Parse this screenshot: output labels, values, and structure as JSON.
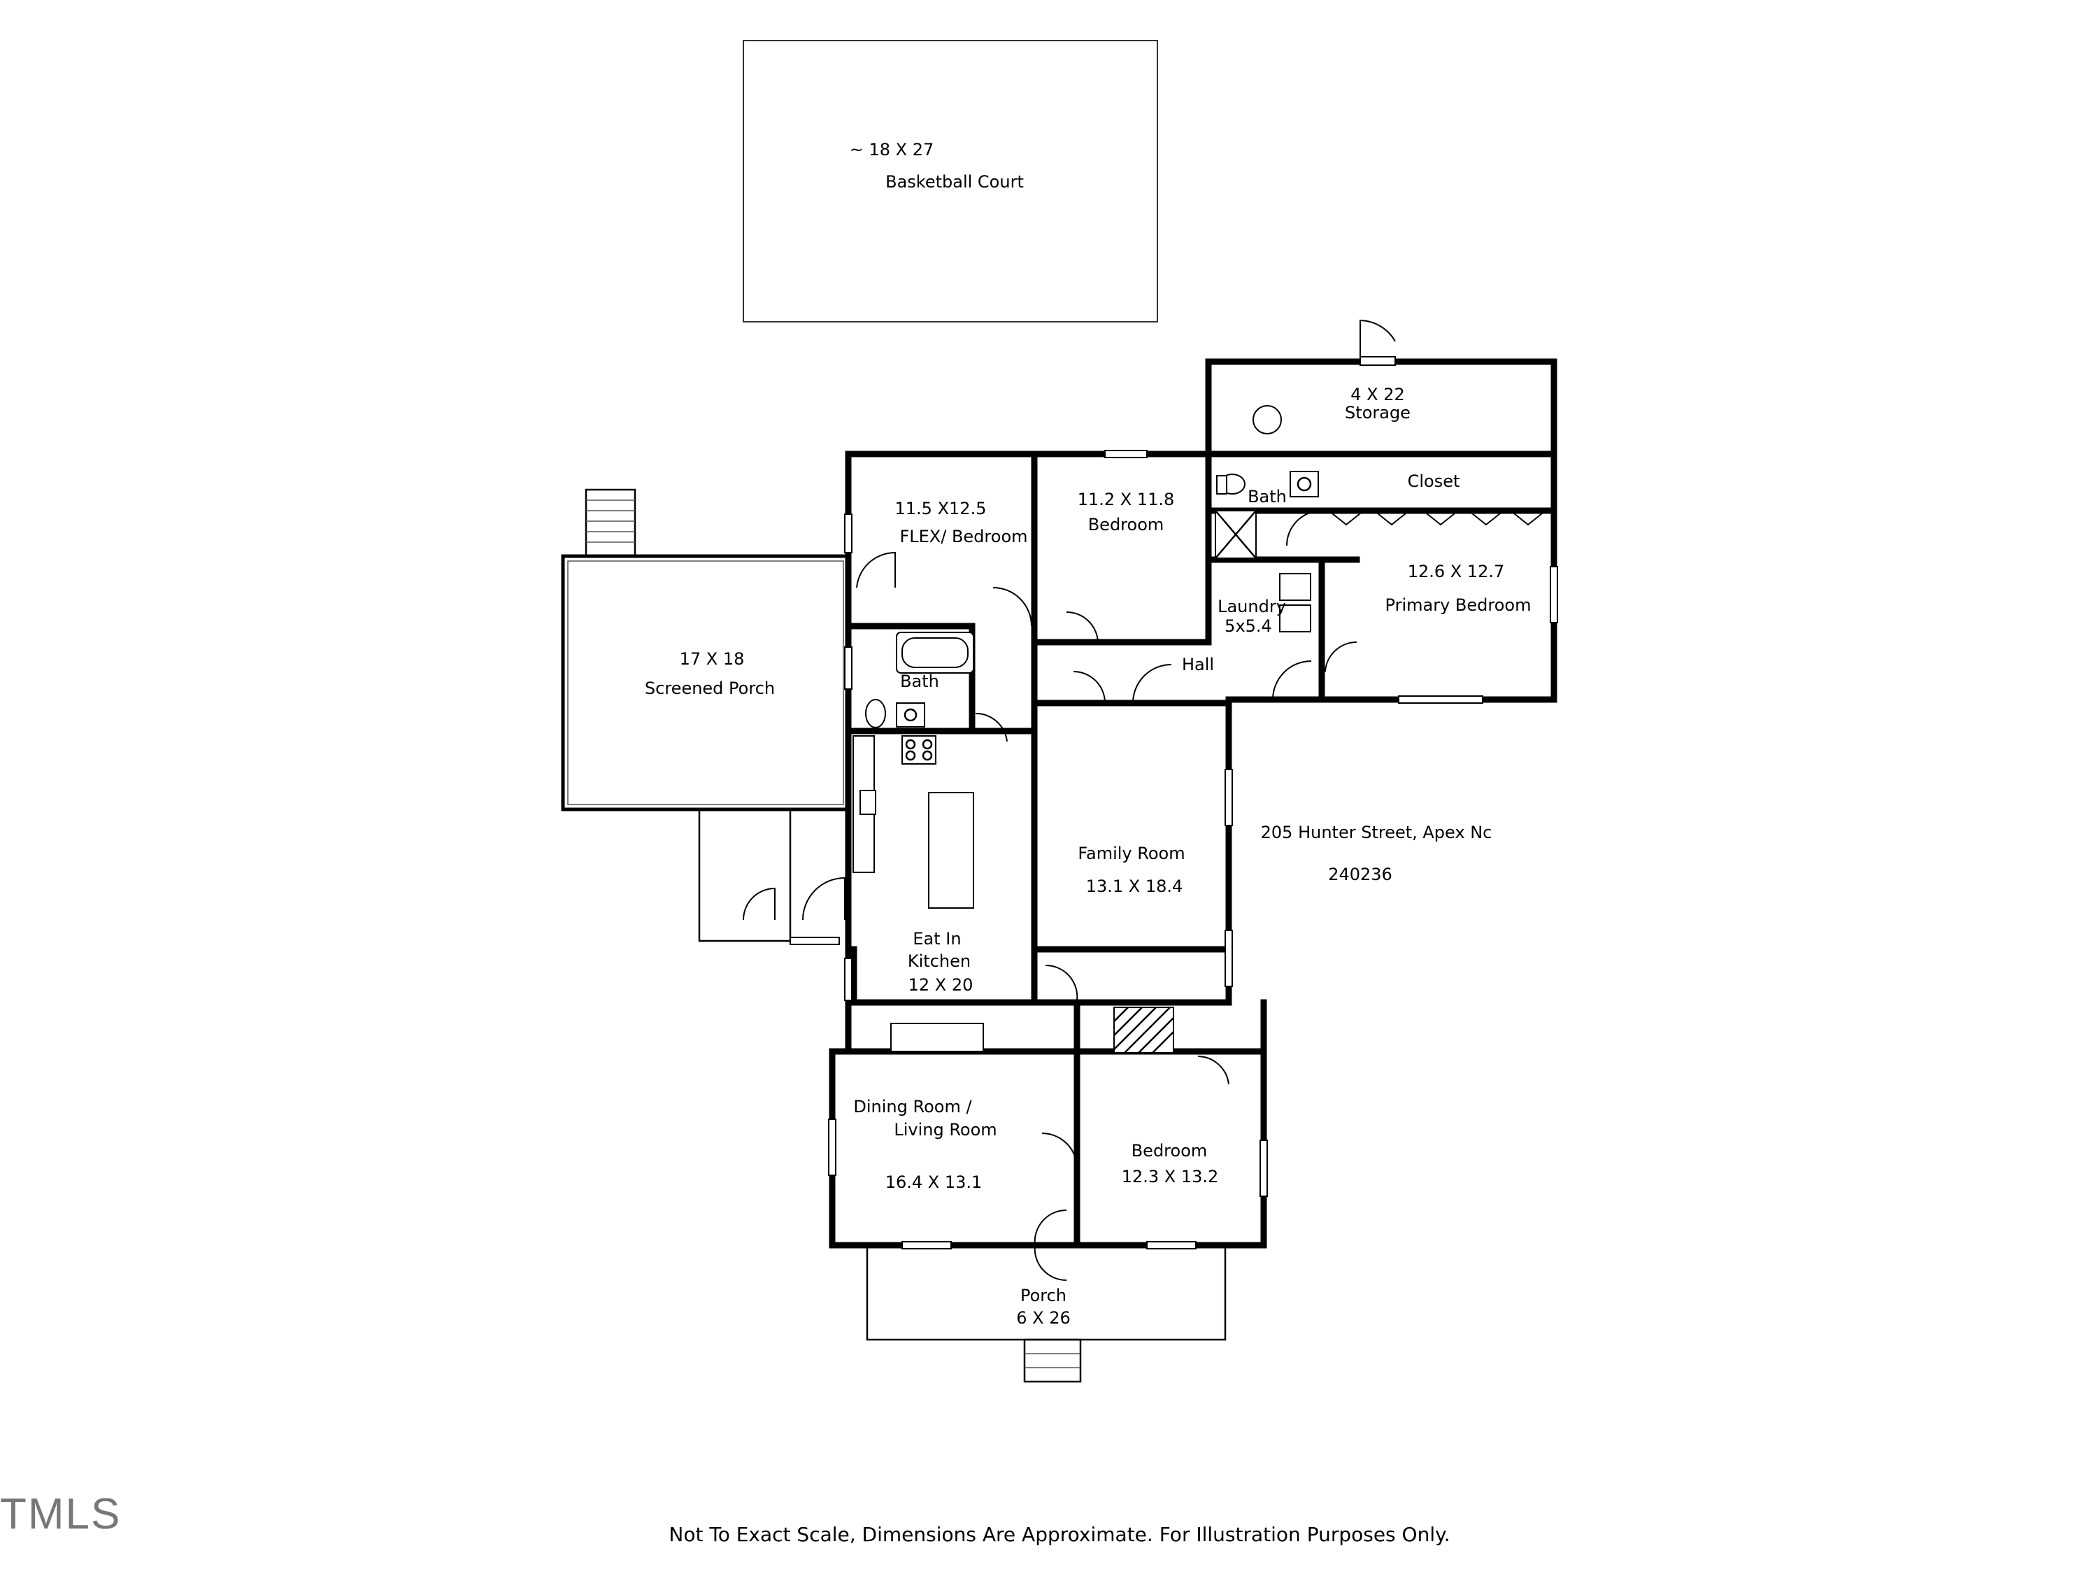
{
  "rooms": {
    "court_size": "~ 18 X 27",
    "court_name": "Basketball Court",
    "storage_size": "4 X 22",
    "storage_name": "Storage",
    "flex_size": "11.5 X12.5",
    "flex_name": "FLEX/ Bedroom",
    "bed2_size": "11.2 X 11.8",
    "bed2_name": "Bedroom",
    "bath_upper": "Bath",
    "closet": "Closet",
    "primary_size": "12.6 X 12.7",
    "primary_name": "Primary Bedroom",
    "laundry_name": "Laundry",
    "laundry_size": "5x5.4",
    "hall": "Hall",
    "porch_screen_size": "17 X 18",
    "porch_screen_name": "Screened Porch",
    "bath_left": "Bath",
    "family_name": "Family Room",
    "family_size": "13.1 X 18.4",
    "kitchen_line1": "Eat In",
    "kitchen_line2": "Kitchen",
    "kitchen_size": "12 X 20",
    "dining_line1": "Dining Room /",
    "dining_line2": "Living Room",
    "dining_size": "16.4 X 13.1",
    "bed3_name": "Bedroom",
    "bed3_size": "12.3 X 13.2",
    "porch_name": "Porch",
    "porch_size": "6 X 26"
  },
  "address": "205 Hunter Street, Apex Nc",
  "listing_number": "240236",
  "disclaimer": "Not To Exact Scale, Dimensions Are Approximate. For Illustration Purposes Only.",
  "logo_text": "TMLS",
  "colors": {
    "wall": "#000000",
    "background": "#ffffff"
  }
}
